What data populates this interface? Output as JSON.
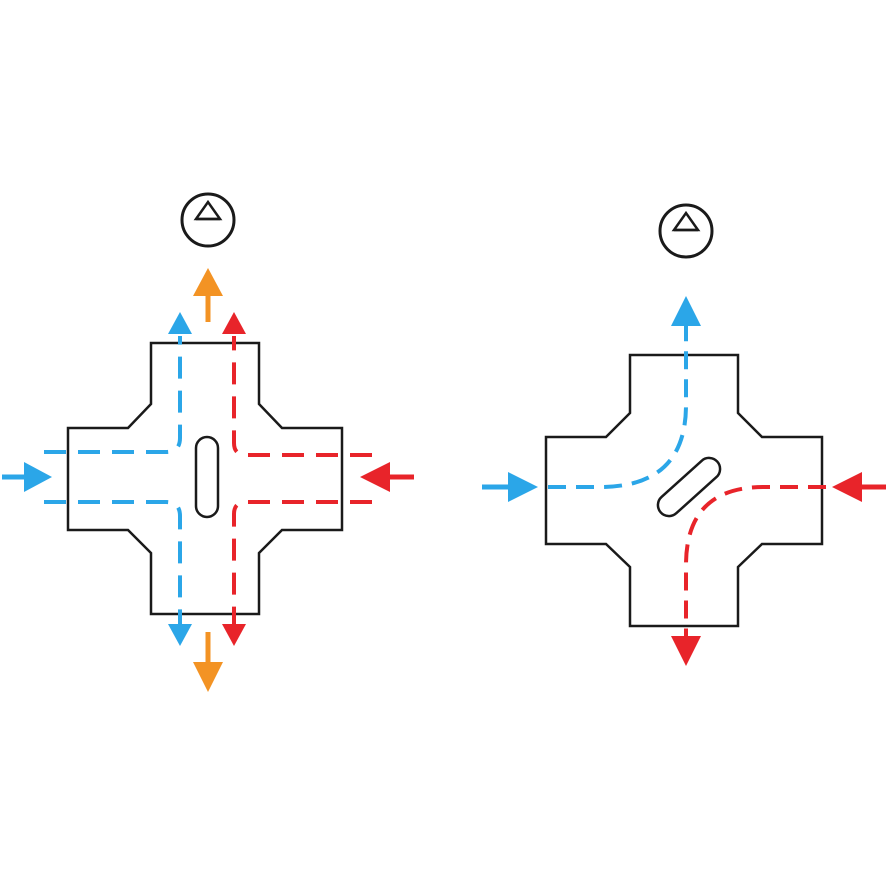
{
  "colors": {
    "background": "#ffffff",
    "outline": "#1a1a1a",
    "blue_flow": "#2ba6e8",
    "red_flow": "#e8242a",
    "orange_flow": "#f39324"
  },
  "diagrams": [
    {
      "id": "left-valve",
      "symbol_icon": "triangle-in-circle-icon",
      "slot_orientation": "vertical",
      "flows": [
        {
          "color": "blue",
          "from": "left",
          "to": [
            "top",
            "bottom"
          ]
        },
        {
          "color": "red",
          "from": "right",
          "to": [
            "top",
            "bottom"
          ]
        },
        {
          "color": "orange",
          "from": "center",
          "to": [
            "top",
            "bottom"
          ]
        }
      ]
    },
    {
      "id": "right-valve",
      "symbol_icon": "triangle-in-circle-icon",
      "slot_orientation": "diagonal",
      "flows": [
        {
          "color": "blue",
          "from": "left",
          "to": [
            "top"
          ]
        },
        {
          "color": "red",
          "from": "right",
          "to": [
            "bottom"
          ]
        }
      ]
    }
  ]
}
